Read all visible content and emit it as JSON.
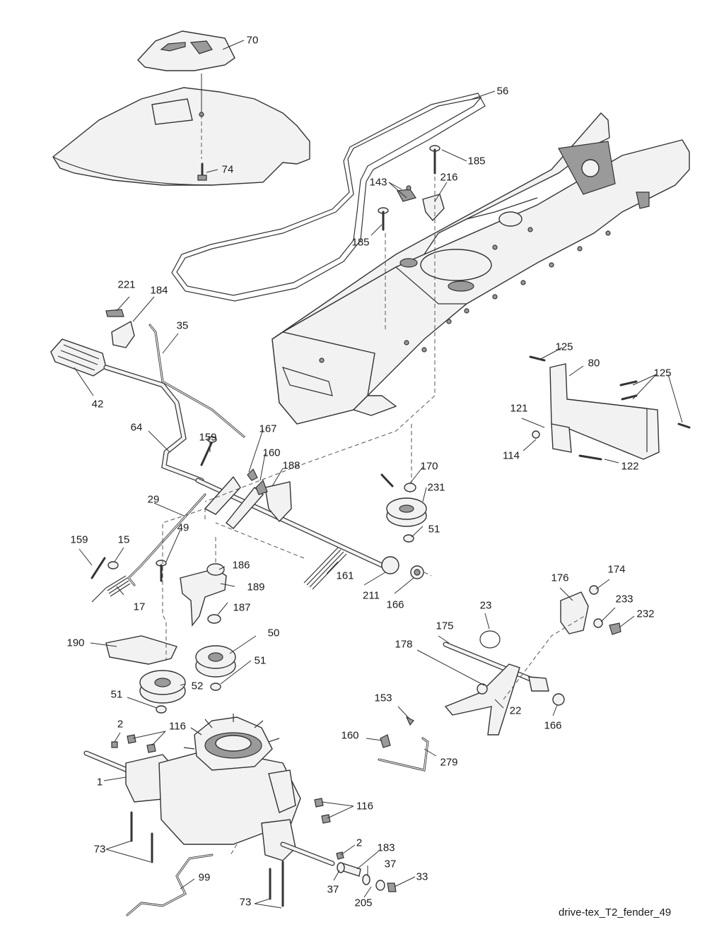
{
  "diagram_id": "drive-tex_T2_fender_49",
  "callouts": [
    {
      "key": "p70",
      "text": "70"
    },
    {
      "key": "p56",
      "text": "56"
    },
    {
      "key": "p74",
      "text": "74"
    },
    {
      "key": "p185a",
      "text": "185"
    },
    {
      "key": "p143",
      "text": "143"
    },
    {
      "key": "p216",
      "text": "216"
    },
    {
      "key": "p185b",
      "text": "185"
    },
    {
      "key": "p221",
      "text": "221"
    },
    {
      "key": "p184",
      "text": "184"
    },
    {
      "key": "p35",
      "text": "35"
    },
    {
      "key": "p42",
      "text": "42"
    },
    {
      "key": "p125a",
      "text": "125"
    },
    {
      "key": "p80",
      "text": "80"
    },
    {
      "key": "p125b",
      "text": "125"
    },
    {
      "key": "p121",
      "text": "121"
    },
    {
      "key": "p114",
      "text": "114"
    },
    {
      "key": "p122",
      "text": "122"
    },
    {
      "key": "p64",
      "text": "64"
    },
    {
      "key": "p159a",
      "text": "159"
    },
    {
      "key": "p167",
      "text": "167"
    },
    {
      "key": "p160a",
      "text": "160"
    },
    {
      "key": "p188",
      "text": "188"
    },
    {
      "key": "p170",
      "text": "170"
    },
    {
      "key": "p231",
      "text": "231"
    },
    {
      "key": "p51a",
      "text": "51"
    },
    {
      "key": "p29",
      "text": "29"
    },
    {
      "key": "p49",
      "text": "49"
    },
    {
      "key": "p159b",
      "text": "159"
    },
    {
      "key": "p15",
      "text": "15"
    },
    {
      "key": "p186",
      "text": "186"
    },
    {
      "key": "p161",
      "text": "161"
    },
    {
      "key": "p189",
      "text": "189"
    },
    {
      "key": "p211",
      "text": "211"
    },
    {
      "key": "p166a",
      "text": "166"
    },
    {
      "key": "p17",
      "text": "17"
    },
    {
      "key": "p187",
      "text": "187"
    },
    {
      "key": "p174",
      "text": "174"
    },
    {
      "key": "p176",
      "text": "176"
    },
    {
      "key": "p23",
      "text": "23"
    },
    {
      "key": "p233",
      "text": "233"
    },
    {
      "key": "p232",
      "text": "232"
    },
    {
      "key": "p175",
      "text": "175"
    },
    {
      "key": "p50",
      "text": "50"
    },
    {
      "key": "p190",
      "text": "190"
    },
    {
      "key": "p178",
      "text": "178"
    },
    {
      "key": "p51b",
      "text": "51"
    },
    {
      "key": "p52",
      "text": "52"
    },
    {
      "key": "p51c",
      "text": "51"
    },
    {
      "key": "p22",
      "text": "22"
    },
    {
      "key": "p166b",
      "text": "166"
    },
    {
      "key": "p153",
      "text": "153"
    },
    {
      "key": "p2a",
      "text": "2"
    },
    {
      "key": "p116a",
      "text": "116"
    },
    {
      "key": "p160b",
      "text": "160"
    },
    {
      "key": "p279",
      "text": "279"
    },
    {
      "key": "p1",
      "text": "1"
    },
    {
      "key": "p116b",
      "text": "116"
    },
    {
      "key": "p2b",
      "text": "2"
    },
    {
      "key": "p183",
      "text": "183"
    },
    {
      "key": "p73a",
      "text": "73"
    },
    {
      "key": "p37a",
      "text": "37"
    },
    {
      "key": "p99",
      "text": "99"
    },
    {
      "key": "p33",
      "text": "33"
    },
    {
      "key": "p37b",
      "text": "37"
    },
    {
      "key": "p205",
      "text": "205"
    },
    {
      "key": "p73b",
      "text": "73"
    }
  ]
}
